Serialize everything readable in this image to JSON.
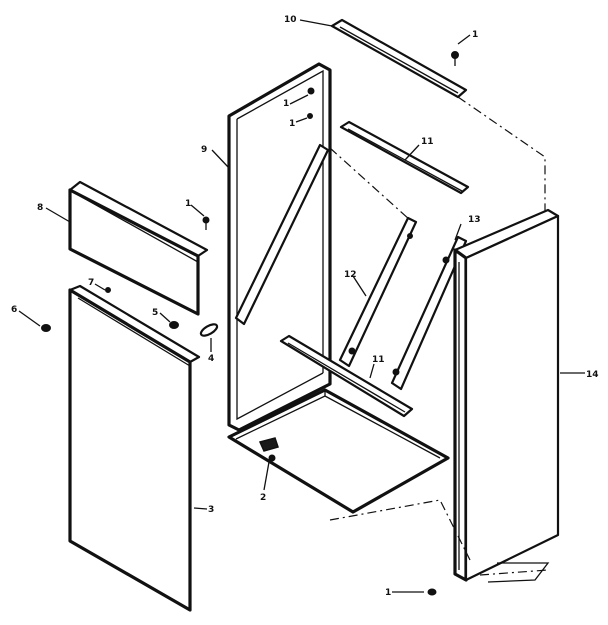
{
  "diagram": {
    "callouts": {
      "c1a": "1",
      "c1b": "1",
      "c1c": "1",
      "c1d": "1",
      "c1e": "1",
      "c2": "2",
      "c3": "3",
      "c4": "4",
      "c5": "5",
      "c6": "6",
      "c7": "7",
      "c8": "8",
      "c9": "9",
      "c10": "10",
      "c11a": "11",
      "c11b": "11",
      "c12": "12",
      "c13": "13",
      "c14": "14"
    }
  }
}
